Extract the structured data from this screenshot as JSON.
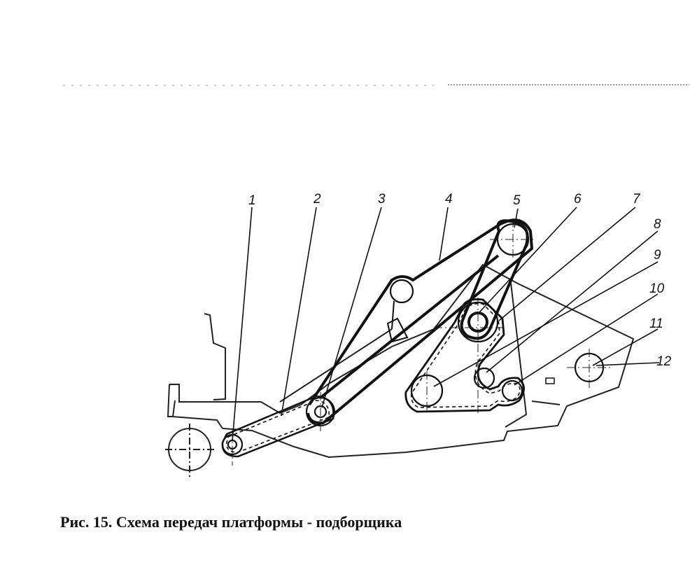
{
  "diagram": {
    "callouts": [
      "1",
      "2",
      "3",
      "4",
      "5",
      "6",
      "7",
      "8",
      "9",
      "10",
      "11",
      "12"
    ]
  },
  "caption": "Рис. 15. Схема передач платформы - подборщика"
}
